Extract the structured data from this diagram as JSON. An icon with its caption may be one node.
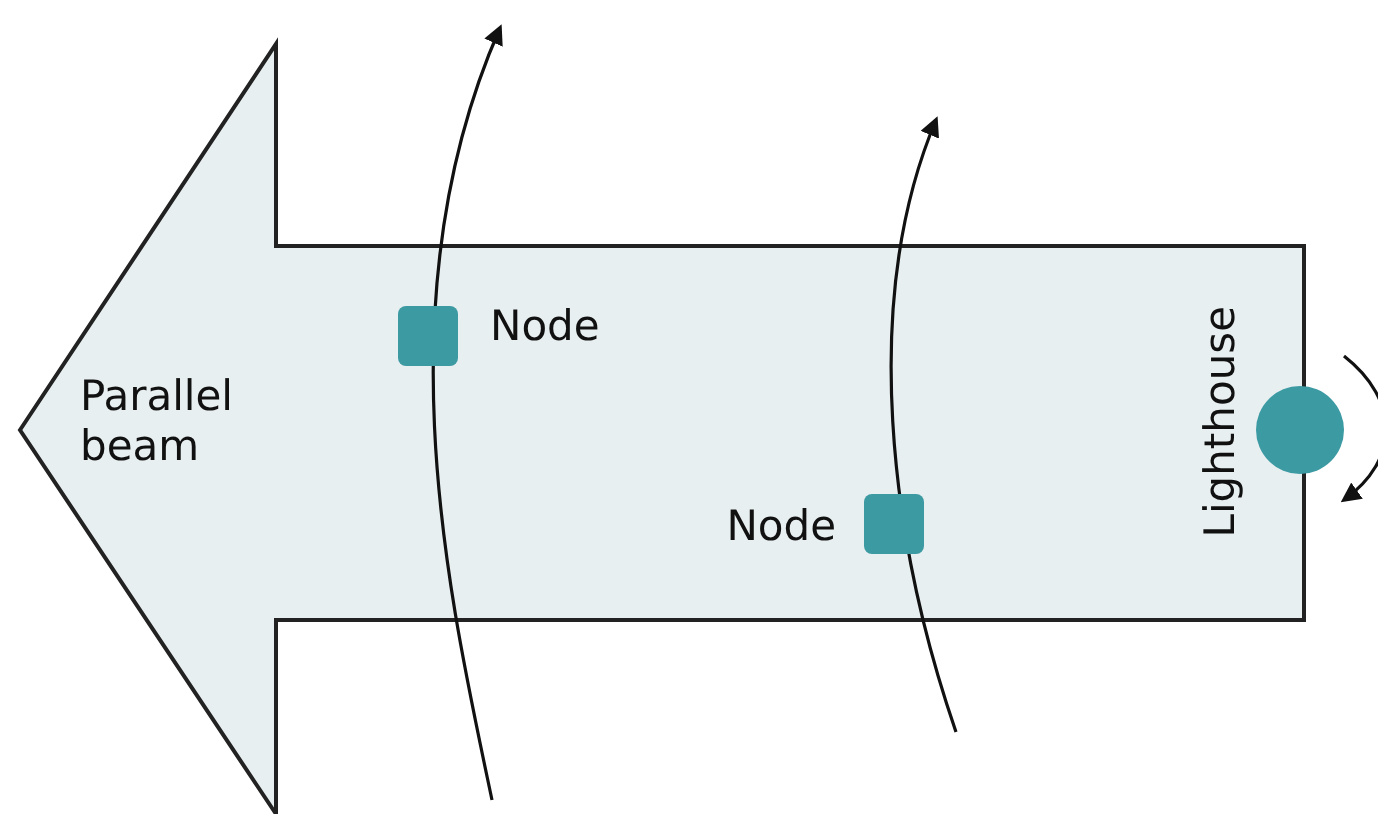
{
  "diagram": {
    "nodes": [
      {
        "text": [
          "Parallel beam"
        ]
      },
      {
        "text": [],
        "shape": "box",
        "beside": [
          "Node"
        ],
        "in": 0
      },
      {
        "text": [],
        "shape": "box",
        "beside": [
          "Node"
        ],
        "in": 0
      },
      {
        "text": [],
        "shape": "circle",
        "beside": [
          "Lighthouse"
        ]
      }
    ]
  }
}
